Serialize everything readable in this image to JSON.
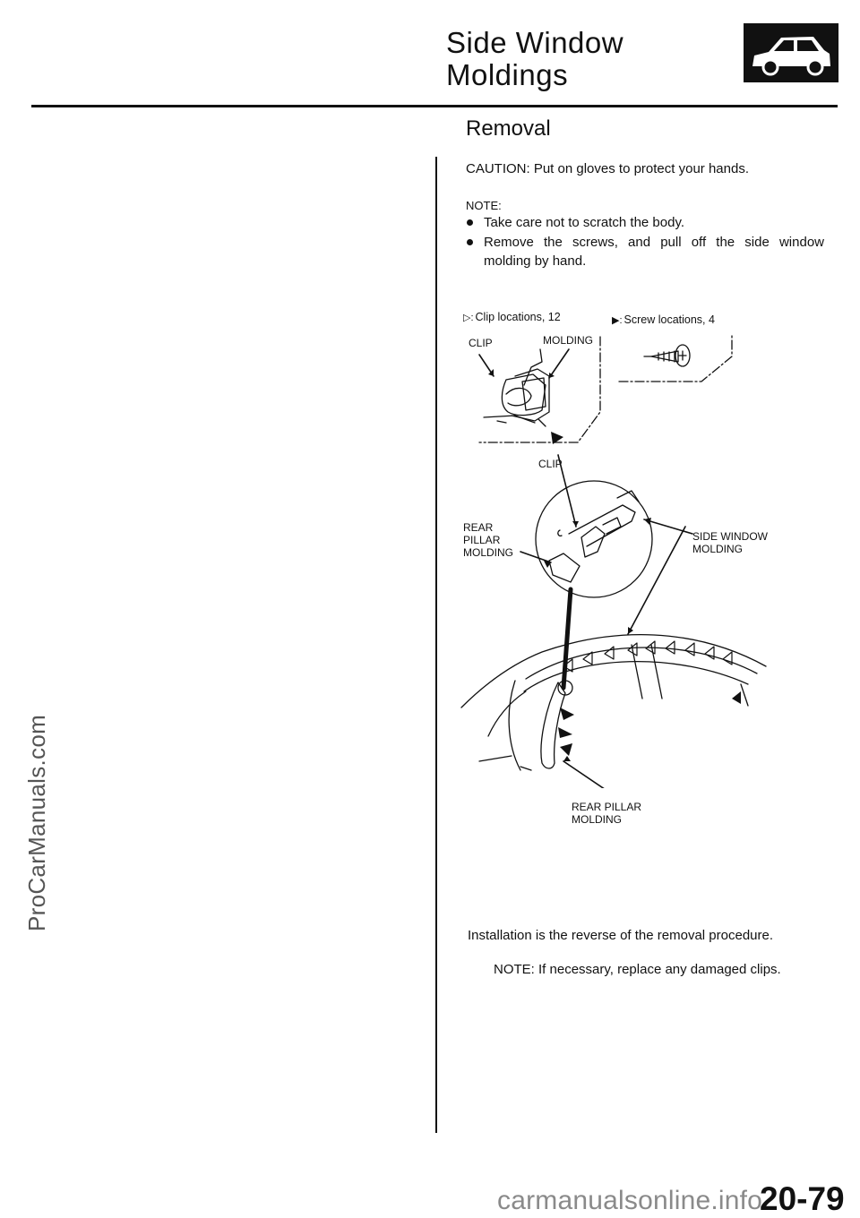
{
  "header": {
    "title_line1": "Side Window",
    "title_line2": "Moldings",
    "section_icon": "car-side-icon"
  },
  "watermark": {
    "side": "ProCarManuals.com",
    "footer": "carmanualsonline.info"
  },
  "removal": {
    "heading": "Removal",
    "caution": "CAUTION:  Put on gloves to protect your hands.",
    "note_label": "NOTE:",
    "notes": [
      "Take care not to scratch the body.",
      "Remove the screws, and pull off the side window molding by hand."
    ]
  },
  "diagram": {
    "legend_clip_symbol": "▷:",
    "legend_clip": "Clip locations, 12",
    "legend_screw_symbol": "▶:",
    "legend_screw": "Screw locations, 4",
    "label_clip_top": "CLIP",
    "label_molding_top": "MOLDING",
    "label_clip_mid": "CLIP",
    "label_rear_pillar_1": "REAR",
    "label_rear_pillar_2": "PILLAR",
    "label_rear_pillar_3": "MOLDING",
    "label_side_window_1": "SIDE WINDOW",
    "label_side_window_2": "MOLDING",
    "label_rear_pillar_bottom_1": "REAR PILLAR",
    "label_rear_pillar_bottom_2": "MOLDING"
  },
  "installation": {
    "text": "Installation is the reverse of the removal procedure.",
    "note": "NOTE:  If necessary, replace any damaged clips."
  },
  "page_number": "20-79"
}
